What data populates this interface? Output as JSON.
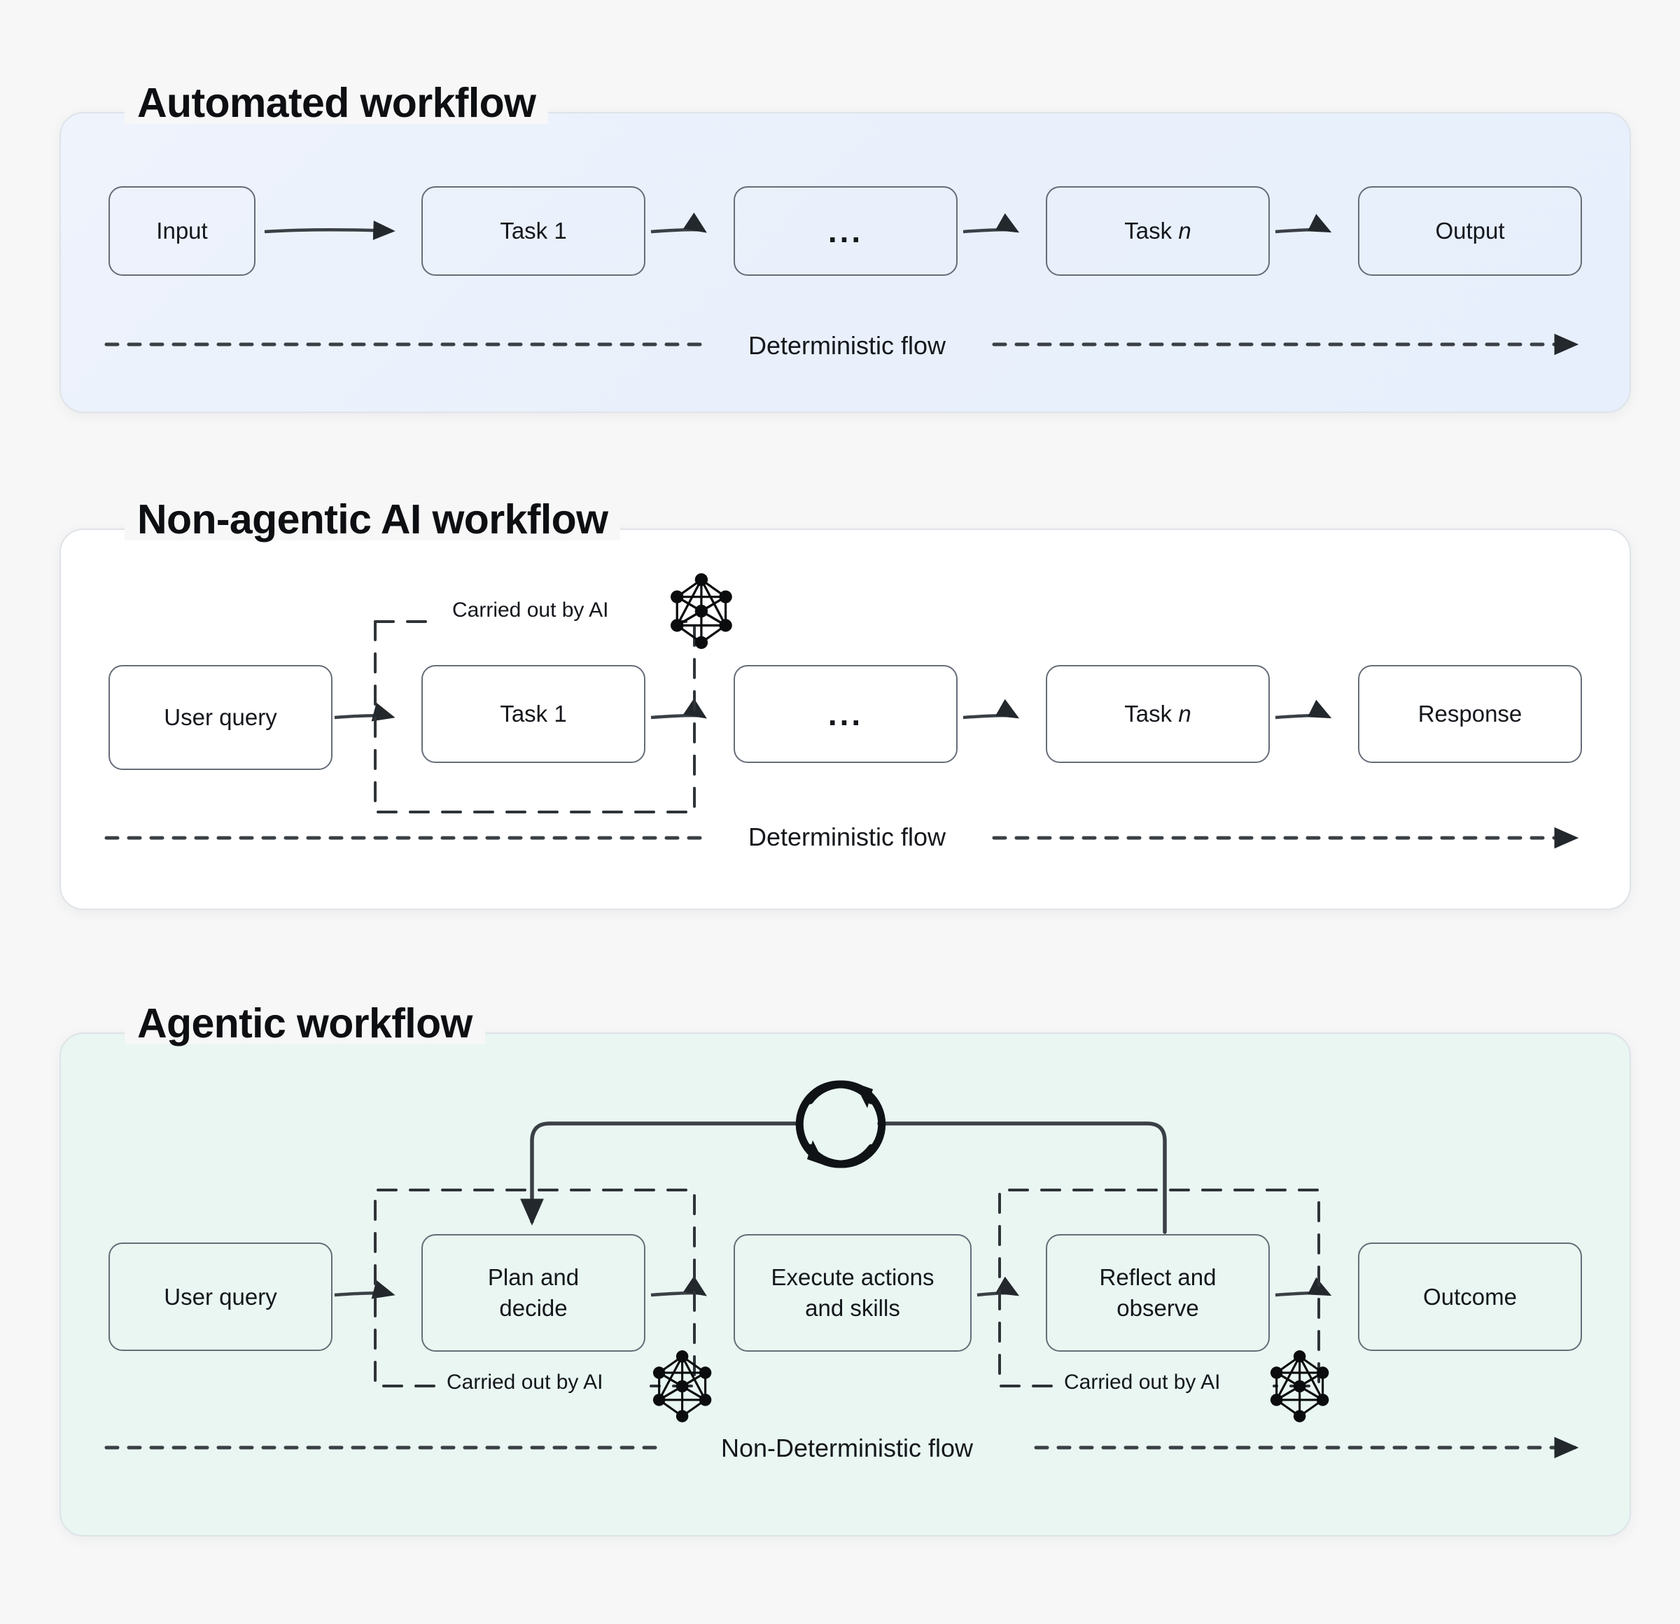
{
  "page": {
    "background": "#f7f7f7",
    "ai_icon_name": "neural-network-icon",
    "loop_icon_name": "refresh-loop-icon"
  },
  "colors": {
    "panel_blue": "#e9f0fb",
    "panel_white": "#ffffff",
    "panel_green": "#e9f6f1",
    "node_border": "#666d78",
    "stroke": "#2f3438"
  },
  "panels": [
    {
      "id": "automated",
      "title": "Automated workflow",
      "nodes": [
        {
          "label": "Input"
        },
        {
          "label": "Task 1"
        },
        {
          "label": "..."
        },
        {
          "label": "Task ",
          "italic": "n"
        },
        {
          "label": "Output"
        }
      ],
      "flow_label": "Deterministic flow",
      "ai_annotations": []
    },
    {
      "id": "nonagentic",
      "title": "Non-agentic AI workflow",
      "nodes": [
        {
          "label": "User query"
        },
        {
          "label": "Task 1"
        },
        {
          "label": "..."
        },
        {
          "label": "Task ",
          "italic": "n"
        },
        {
          "label": "Response"
        }
      ],
      "flow_label": "Deterministic flow",
      "ai_annotations": [
        {
          "label": "Carried out by AI",
          "covers": "Task 1"
        }
      ]
    },
    {
      "id": "agentic",
      "title": "Agentic workflow",
      "nodes": [
        {
          "label": "User query"
        },
        {
          "label": "Plan and decide",
          "line1": "Plan and",
          "line2": "decide"
        },
        {
          "label": "Execute actions and skills",
          "line1": "Execute actions",
          "line2": "and skills"
        },
        {
          "label": "Reflect and observe",
          "line1": "Reflect and",
          "line2": "observe"
        },
        {
          "label": "Outcome"
        }
      ],
      "flow_label": "Non-Deterministic flow",
      "ai_annotations": [
        {
          "label": "Carried out by AI",
          "covers": "Plan and decide"
        },
        {
          "label": "Carried out by AI",
          "covers": "Reflect and observe"
        }
      ],
      "loop": {
        "from": "Reflect and observe",
        "to": "Plan and decide",
        "icon": "refresh-loop-icon"
      }
    }
  ]
}
